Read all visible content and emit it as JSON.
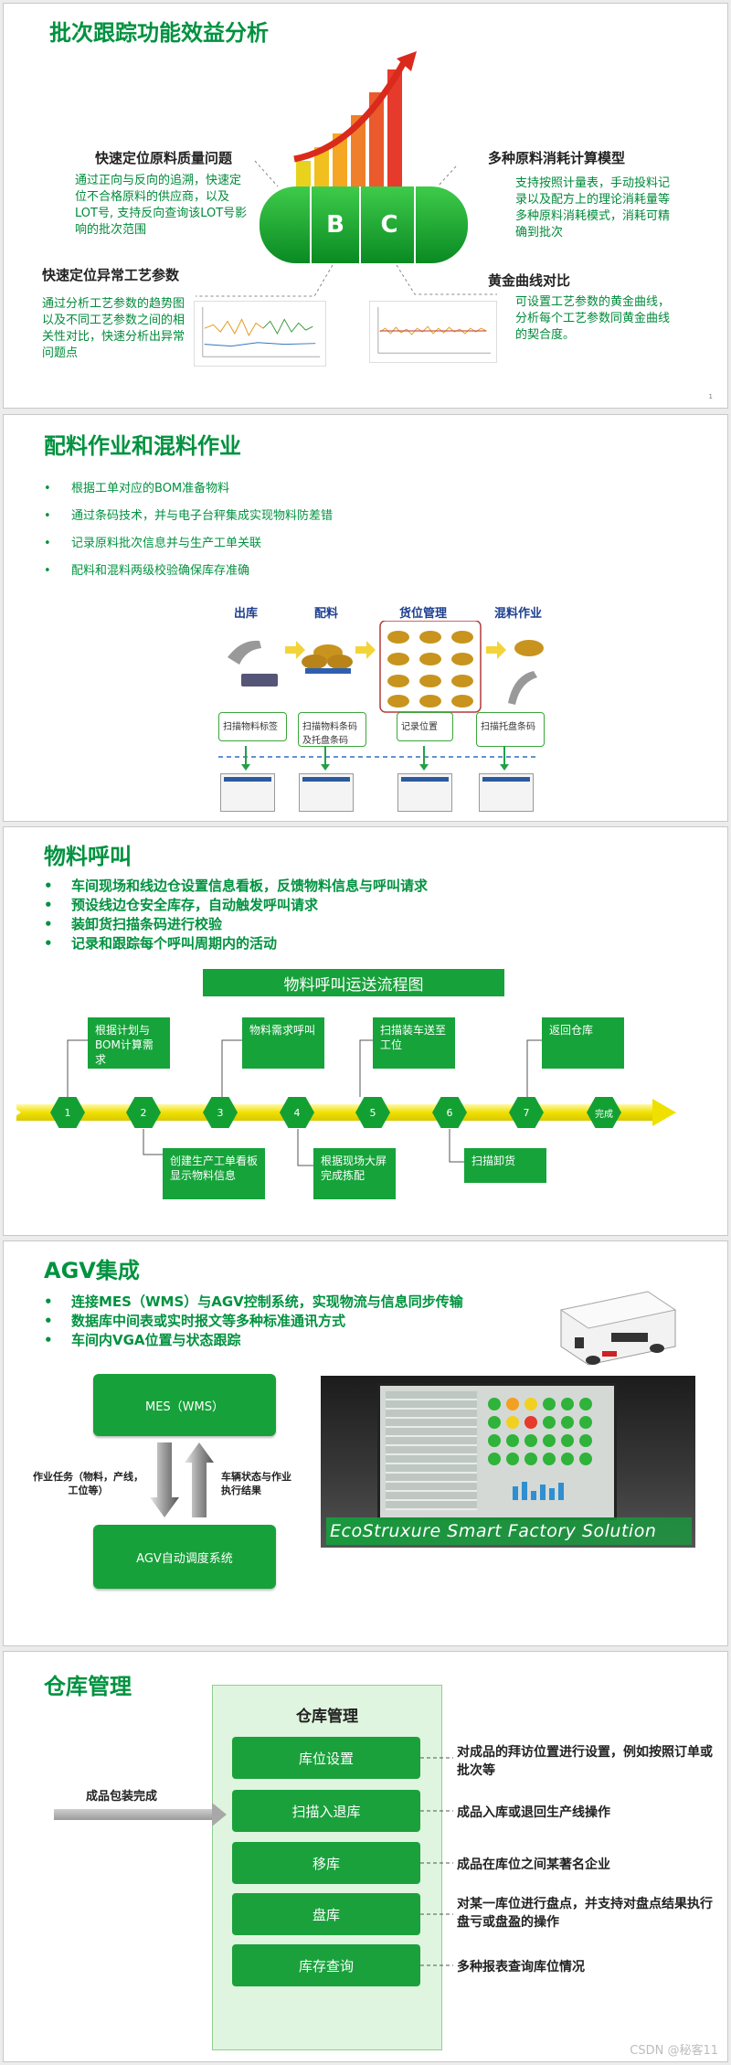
{
  "slide1": {
    "title": "批次跟踪功能效益分析",
    "page_num": "1",
    "pill_letters": [
      "B",
      "C"
    ],
    "blocks": [
      {
        "heading": "快速定位原料质量问题",
        "text": "通过正向与反向的追溯，快速定位不合格原料的供应商，以及LOT号, 支持反向查询该LOT号影响的批次范围"
      },
      {
        "heading": "快速定位异常工艺参数",
        "text": "通过分析工艺参数的趋势图以及不同工艺参数之间的相关性对比，快速分析出异常问题点"
      },
      {
        "heading": "多种原料消耗计算模型",
        "text": "支持按照计量表，手动投料记录以及配方上的理论消耗量等多种原料消耗模式，消耗可精确到批次"
      },
      {
        "heading": "黄金曲线对比",
        "text": "可设置工艺参数的黄金曲线，分析每个工艺参数同黄金曲线的契合度。"
      }
    ],
    "colors": {
      "accent": "#00923f",
      "bar_colors": [
        "#f0d020",
        "#f5a623",
        "#ef6b2b",
        "#e53a2c"
      ]
    }
  },
  "slide2": {
    "title": "配料作业和混料作业",
    "bullets": [
      "根据工单对应的BOM准备物料",
      "通过条码技术，并与电子台秤集成实现物料防差错",
      "记录原料批次信息并与生产工单关联",
      "配料和混料两级校验确保库存准确"
    ],
    "stages": [
      "出库",
      "配料",
      "货位管理",
      "混料作业"
    ],
    "boxes": [
      "扫描物料标签",
      "扫描物料条码及托盘条码",
      "记录位置",
      "扫描托盘条码"
    ]
  },
  "slide3": {
    "title": "物料呼叫",
    "bullets": [
      "车间现场和线边仓设置信息看板，反馈物料信息与呼叫请求",
      "预设线边仓安全库存，自动触发呼叫请求",
      "装卸货扫描条码进行校验",
      "记录和跟踪每个呼叫周期内的活动"
    ],
    "flow_title": "物料呼叫运送流程图",
    "nodes": [
      "1",
      "2",
      "3",
      "4",
      "5",
      "6",
      "7",
      "完成"
    ],
    "top_steps": [
      "根据计划与BOM计算需求",
      "物料需求呼叫",
      "扫描装车送至工位",
      "返回仓库"
    ],
    "bottom_steps": [
      "创建生产工单看板显示物料信息",
      "根据现场大屏完成拣配",
      "扫描卸货"
    ]
  },
  "slide4": {
    "title": "AGV集成",
    "bullets": [
      "连接MES（WMS）与AGV控制系统，实现物流与信息同步传输",
      "数据库中间表或实时报文等多种标准通讯方式",
      "车间内VGA位置与状态跟踪"
    ],
    "mes_box": "MES（WMS）",
    "agv_box": "AGV自动调度系统",
    "left_label": "作业任务（物料，产线，工位等）",
    "right_label": "车辆状态与作业执行结果",
    "photo_caption": "EcoStruxure Smart Factory Solution"
  },
  "slide5": {
    "title": "仓库管理",
    "panel_title": "仓库管理",
    "input_label": "成品包装完成",
    "items": [
      {
        "label": "库位设置",
        "desc": "对成品的拜访位置进行设置，例如按照订单或批次等"
      },
      {
        "label": "扫描入退库",
        "desc": "成品入库或退回生产线操作"
      },
      {
        "label": "移库",
        "desc": "成品在库位之间某著名企业"
      },
      {
        "label": "盘库",
        "desc": "对某一库位进行盘点，并支持对盘点结果执行盘亏或盘盈的操作"
      },
      {
        "label": "库存查询",
        "desc": "多种报表查询库位情况"
      }
    ],
    "watermark": "CSDN @秘客11"
  }
}
